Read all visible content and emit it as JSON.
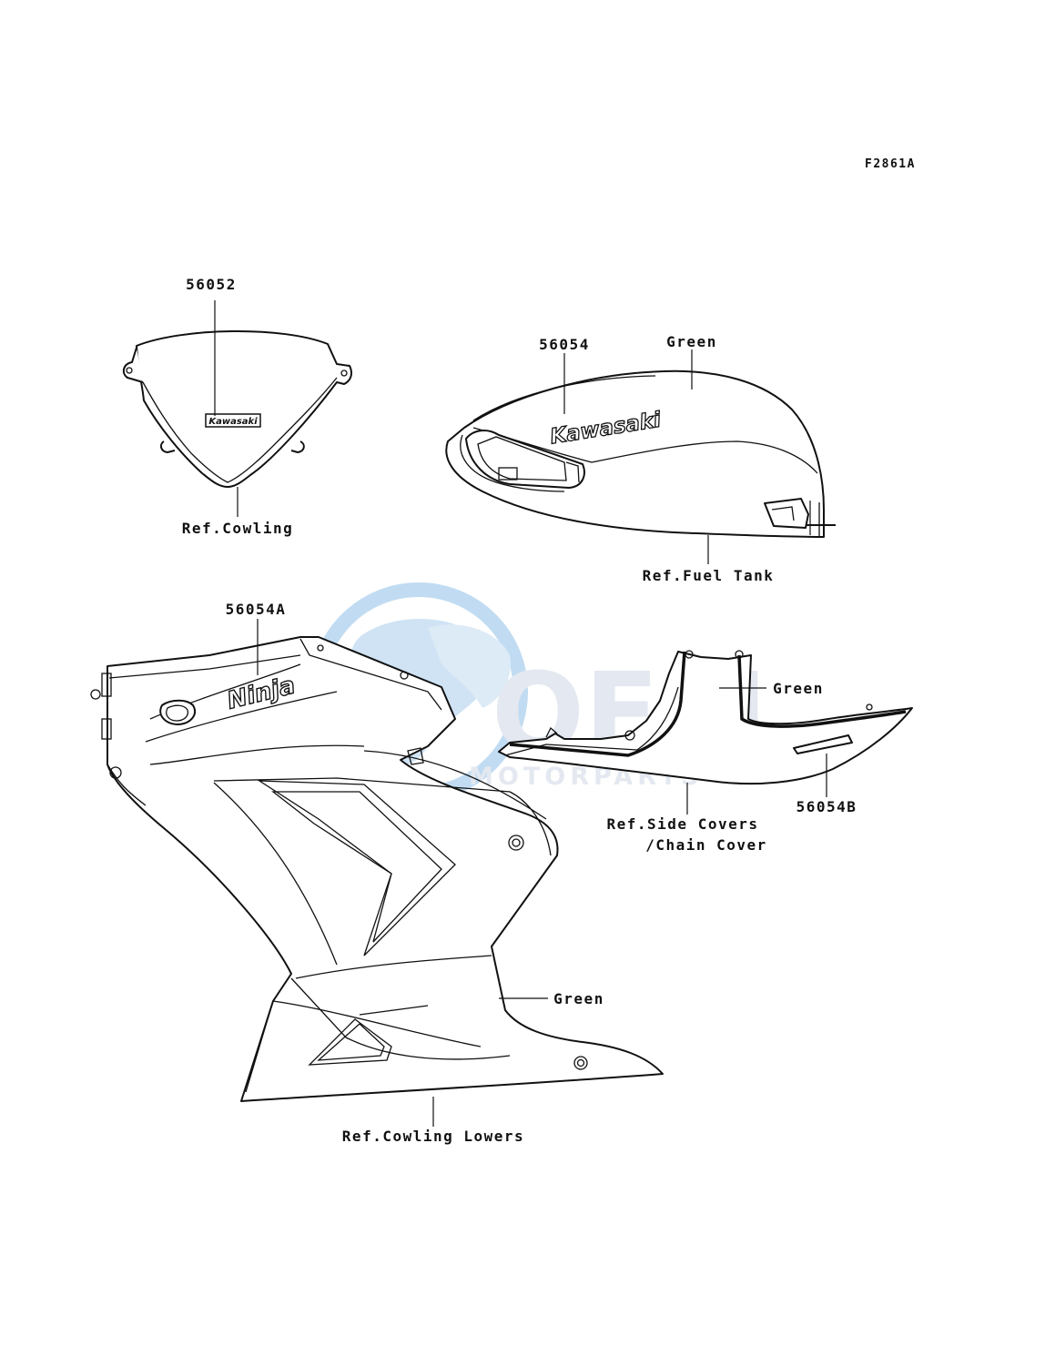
{
  "diagram_code": "F2861A",
  "labels": {
    "windshield_part": "56052",
    "windshield_ref": "Ref.Cowling",
    "tank_part": "56054",
    "tank_color": "Green",
    "tank_ref": "Ref.Fuel Tank",
    "cowl_part": "56054A",
    "cowl_color": "Green",
    "cowl_ref": "Ref.Cowling Lowers",
    "side_color": "Green",
    "side_part": "56054B",
    "side_ref_line1": "Ref.Side Covers",
    "side_ref_line2": "/Chain Cover"
  },
  "decals": {
    "windshield_logo": "Kawasaki",
    "tank_logo": "Kawasaki",
    "cowl_logo": "Ninja"
  },
  "watermark": {
    "brand": "OEM",
    "sub": "MOTORPARTS"
  },
  "colors": {
    "ink": "#111111",
    "watermark_globe": "#6aa7d8",
    "watermark_text": "#c9d0de"
  }
}
